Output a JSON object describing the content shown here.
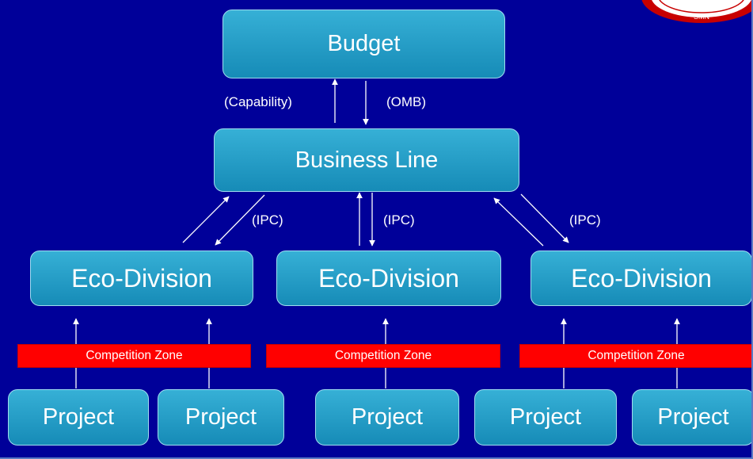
{
  "diagram": {
    "budget": "Budget",
    "business_line": "Business Line",
    "capability_label": "(Capability)",
    "omb_label": "(OMB)",
    "ipc_labels": [
      "(IPC)",
      "(IPC)",
      "(IPC)"
    ],
    "eco_divisions": [
      "Eco-Division",
      "Eco-Division",
      "Eco-Division"
    ],
    "competition_zones": [
      "Competition Zone",
      "Competition Zone",
      "Competition Zone"
    ],
    "projects": [
      "Project",
      "Project",
      "Project",
      "Project",
      "Project"
    ]
  },
  "logo": {
    "text": "SMN",
    "colors": [
      "#c80000",
      "#ffffff"
    ]
  },
  "colors": {
    "background": "#000099",
    "box_fill": "#1f9ac7",
    "zone_fill": "#ff0000",
    "arrow": "#ffffff"
  }
}
